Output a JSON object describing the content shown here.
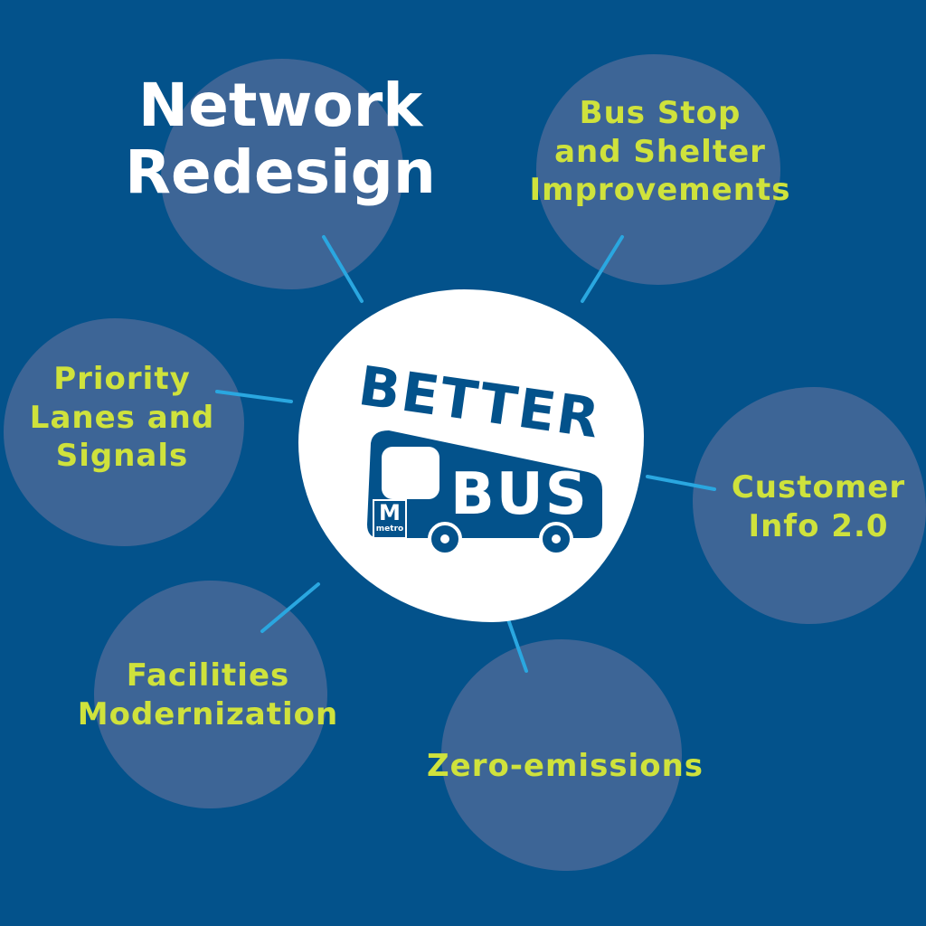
{
  "title": [
    "Network",
    "Redesign"
  ],
  "bubbles": {
    "bus_stop": [
      "Bus Stop",
      "and Shelter",
      "Improvements"
    ],
    "priority": [
      "Priority",
      "Lanes and",
      "Signals"
    ],
    "customer": [
      "Customer",
      "Info 2.0"
    ],
    "facilities": [
      "Facilities",
      "Modernization"
    ],
    "zero": [
      "Zero-emissions"
    ]
  },
  "logo": {
    "better": "BETTER",
    "bus": "BUS",
    "metro_m": "M",
    "metro_word": "metro"
  },
  "colors": {
    "background": "#03528b",
    "bubble": "#3d6596",
    "label": "#cfe23c",
    "connector": "#2aa7e0"
  }
}
